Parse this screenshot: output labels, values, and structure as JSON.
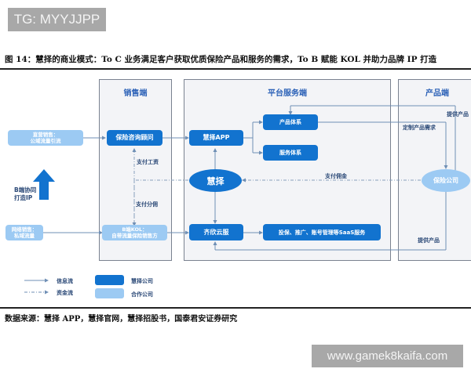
{
  "watermarks": {
    "top": "TG: MYYJJPP",
    "bottom": "www.gamek8kaifa.com"
  },
  "figure": {
    "title": "图 14：慧择的商业模式：To C 业务满足客户获取优质保险产品和服务的需求，To B 赋能 KOL 并助力品牌 IP 打造",
    "source": "数据来源：慧择 APP，慧择官网，慧择招股书，国泰君安证券研究"
  },
  "panels": {
    "sales": "销售端",
    "platform": "平台服务端",
    "product": "产品端"
  },
  "nodes": {
    "public_sales": "直营销售：\n公域流量引流",
    "consultant": "保险咨询顾问",
    "huize_app": "慧择APP",
    "product_system": "产品体系",
    "service_system": "服务体系",
    "huize": "慧择",
    "insurer": "保险公司",
    "private_sales": "网络销售：\n私域流量",
    "kol": "B端KOL：\n自带流量保险销售方",
    "qixin": "齐欣云服",
    "saas": "投保、推广、账号管理等SaaS服务",
    "b_collab": "B端协同\n打造IP"
  },
  "edge_labels": {
    "pay_salary": "支付工资",
    "pay_commission_share": "支付分佣",
    "pay_commission": "支付佣金",
    "custom_demand": "定制产品需求",
    "provide_product_top": "提供产品",
    "provide_product_bottom": "提供产品"
  },
  "legend": {
    "info_flow": "信息流",
    "fund_flow": "资金流",
    "huize_company": "慧择公司",
    "partner_company": "合作公司"
  },
  "colors": {
    "huize_company": "#1273cf",
    "partner_company": "#9ccaf3",
    "panel_bg": "#f3f4f7",
    "line": "#6f8fb5"
  }
}
